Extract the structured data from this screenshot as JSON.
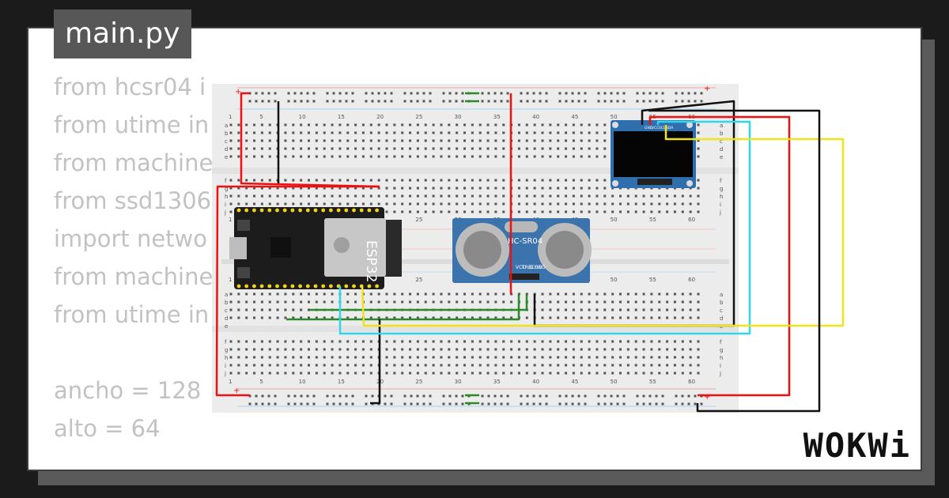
{
  "file_tab": {
    "label": "main.py"
  },
  "code_lines": [
    "from hcsr04 i",
    "from utime in",
    "from machine",
    "from ssd1306",
    "import netwo",
    "from machine",
    "from utime in",
    "",
    "ancho = 128",
    "alto = 64"
  ],
  "breadboard": {
    "column_numbers": [
      "1",
      "5",
      "10",
      "15",
      "20",
      "25",
      "30",
      "35",
      "40",
      "45",
      "50",
      "55",
      "60"
    ],
    "row_letters_top": [
      "a",
      "b",
      "c",
      "d",
      "e"
    ],
    "row_letters_bottom": [
      "f",
      "g",
      "h",
      "i",
      "j"
    ],
    "rail_plus": "+",
    "rail_minus": "-"
  },
  "components": {
    "esp32": {
      "label": "ESP32"
    },
    "ultrasonic": {
      "label": "HC-SR04",
      "pins": [
        "VCC",
        "TRIG",
        "ECHO",
        "GND"
      ]
    },
    "oled": {
      "pins": [
        "GND",
        "VCC",
        "SCL",
        "SDA"
      ]
    }
  },
  "wire_colors": {
    "power": "#e11",
    "ground": "#111111",
    "scl": "#31d5ee",
    "sda": "#f0e31a",
    "signal": "#2a8a2a"
  },
  "brand": {
    "logo": "WOKWi"
  }
}
